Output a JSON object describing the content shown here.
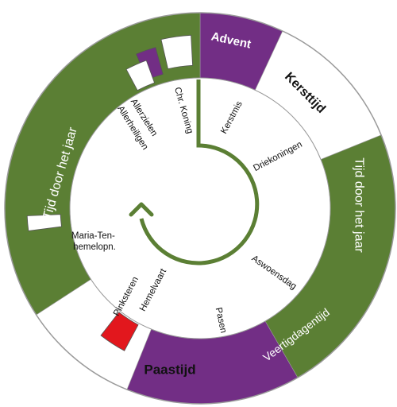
{
  "colors": {
    "green": "#5b7f34",
    "purple": "#722e85",
    "red": "#e2171d",
    "white": "#ffffff",
    "outline": "#9a9a9a",
    "text_dark": "#111111",
    "text_light": "#ffffff"
  },
  "seasons": [
    {
      "id": "advent",
      "label": "Advent",
      "color": "purple"
    },
    {
      "id": "kersttijd",
      "label": "Kersttijd",
      "color": "white"
    },
    {
      "id": "tijd-door-het-jaar-1",
      "label": "Tijd door het jaar",
      "color": "green"
    },
    {
      "id": "veertigdagentijd",
      "label": "Veertigdagentijd",
      "color": "purple"
    },
    {
      "id": "paastijd",
      "label": "Paastijd",
      "color": "white"
    },
    {
      "id": "tijd-door-het-jaar-2",
      "label": "Tijd door het jaar",
      "color": "green"
    }
  ],
  "feasts": [
    {
      "id": "kerstmis",
      "label": "Kerstmis"
    },
    {
      "id": "driekoningen",
      "label": "Driekoningen"
    },
    {
      "id": "aswoensdag",
      "label": "Aswoensdag"
    },
    {
      "id": "pasen",
      "label": "Pasen"
    },
    {
      "id": "hemelvaart",
      "label": "Hemelvaart"
    },
    {
      "id": "pinksteren",
      "label": "Pinksteren"
    },
    {
      "id": "maria-ten-hemelopneming",
      "lines": [
        "Maria-Ten-",
        "hemelopn."
      ]
    },
    {
      "id": "allerzielen",
      "label": "Allerzielen"
    },
    {
      "id": "allerheiligen",
      "label": "Allerheiligen"
    },
    {
      "id": "christus-koning",
      "label": "Chr. Koning"
    }
  ],
  "markers": [
    {
      "id": "christus-koning",
      "color": "white"
    },
    {
      "id": "allerzielen",
      "color": "purple"
    },
    {
      "id": "allerheiligen",
      "color": "white"
    },
    {
      "id": "maria-ten-hemelopneming",
      "color": "white"
    },
    {
      "id": "pinksteren",
      "color": "red"
    }
  ]
}
